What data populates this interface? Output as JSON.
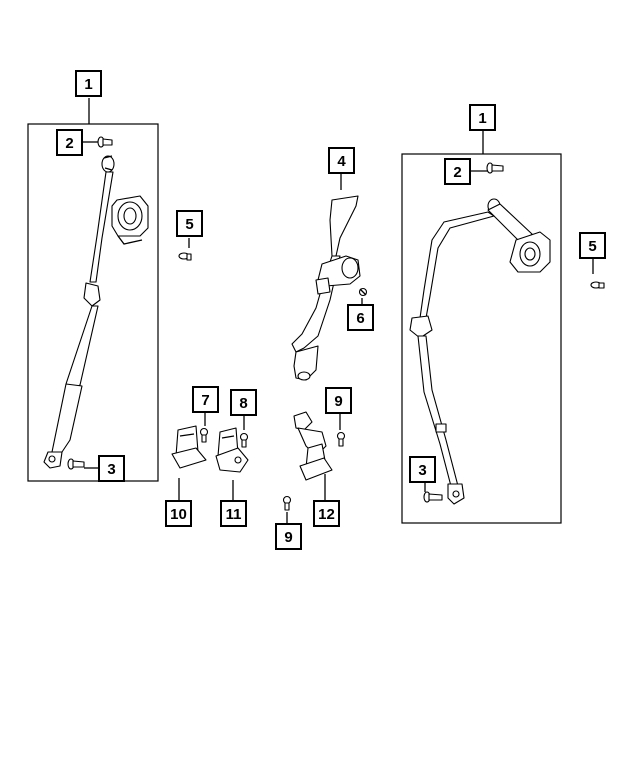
{
  "callouts": [
    {
      "id": "c1a",
      "label": "1"
    },
    {
      "id": "c2a",
      "label": "2"
    },
    {
      "id": "c3a",
      "label": "3"
    },
    {
      "id": "c5a",
      "label": "5"
    },
    {
      "id": "c4",
      "label": "4"
    },
    {
      "id": "c6",
      "label": "6"
    },
    {
      "id": "c7",
      "label": "7"
    },
    {
      "id": "c8",
      "label": "8"
    },
    {
      "id": "c9a",
      "label": "9"
    },
    {
      "id": "c9b",
      "label": "9"
    },
    {
      "id": "c10",
      "label": "10"
    },
    {
      "id": "c11",
      "label": "11"
    },
    {
      "id": "c12",
      "label": "12"
    },
    {
      "id": "c1b",
      "label": "1"
    },
    {
      "id": "c2b",
      "label": "2"
    },
    {
      "id": "c3b",
      "label": "3"
    },
    {
      "id": "c5b",
      "label": "5"
    }
  ]
}
